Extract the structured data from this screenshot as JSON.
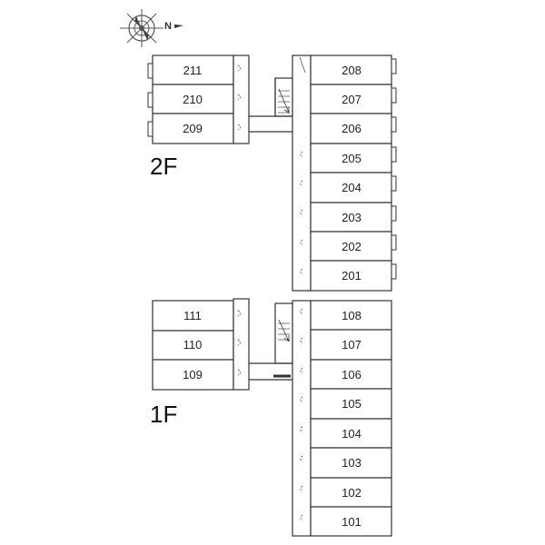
{
  "compass": {
    "label": "N"
  },
  "floors": [
    {
      "label": "2F",
      "west_rooms": [
        "211",
        "210",
        "209"
      ],
      "east_rooms": [
        "208",
        "207",
        "206",
        "205",
        "204",
        "203",
        "202",
        "201"
      ]
    },
    {
      "label": "1F",
      "west_rooms": [
        "111",
        "110",
        "109"
      ],
      "east_rooms": [
        "108",
        "107",
        "106",
        "105",
        "104",
        "103",
        "102",
        "101"
      ]
    }
  ]
}
